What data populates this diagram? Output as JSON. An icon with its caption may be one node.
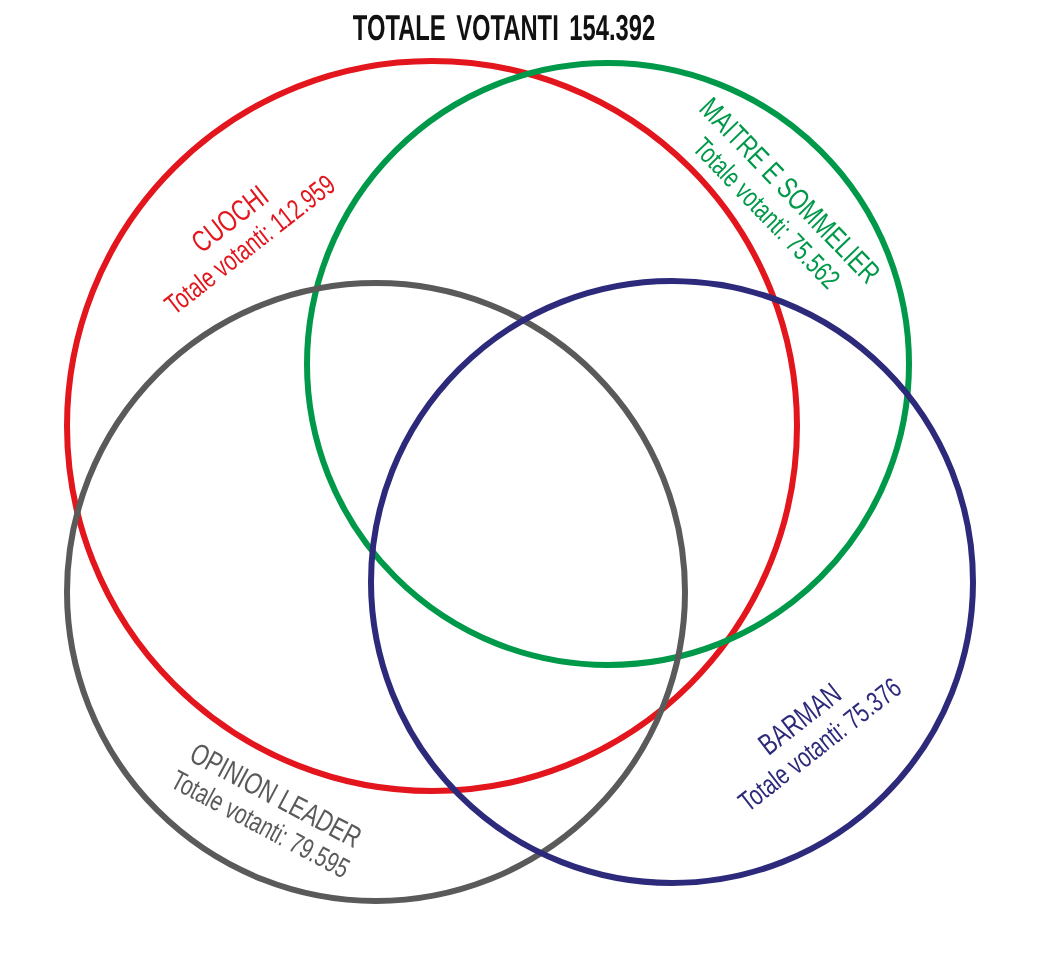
{
  "diagram": {
    "title": "TOTALE VOTANTI 154.392",
    "nodes": [
      {
        "text": [
          "CUOCHI",
          "Totale votanti: 112.959"
        ]
      },
      {
        "text": [
          "MAITRE E SOMMELIER",
          "Totale votanti: 75.562"
        ]
      },
      {
        "text": [
          "OPINION LEADER",
          "Totale votanti: 79.595"
        ]
      },
      {
        "text": [
          "BARMAN",
          "Totale votanti: 75.376"
        ]
      }
    ],
    "edges": []
  }
}
